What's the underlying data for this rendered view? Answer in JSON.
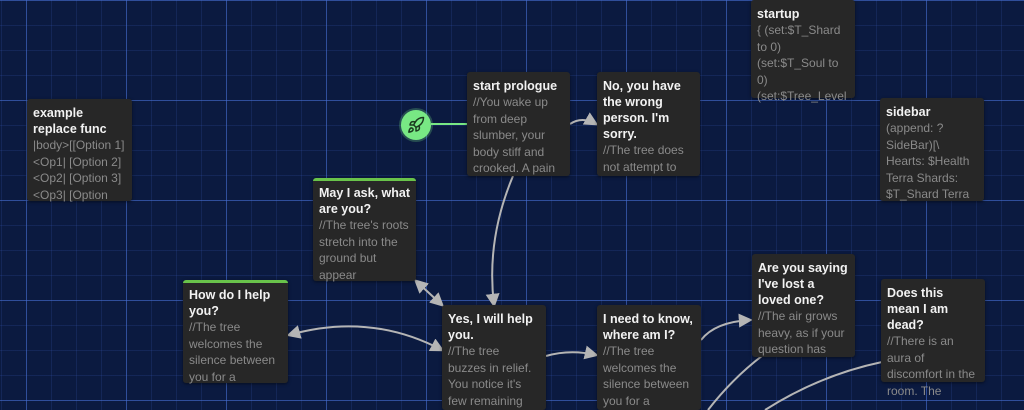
{
  "start_icon": "rocket-icon",
  "colors": {
    "grid_background": "#0b1a40",
    "passage_card": "#272727",
    "tag_highlight": "#69c34a",
    "start_badge": "#78e884",
    "link_arrow": "#b5b5b5"
  },
  "passages": [
    {
      "id": "example-replace-func",
      "title": "example replace func",
      "excerpt": "|body>[[Option 1]<Op1| [Option 2]<Op2| [Option 3]<Op3| [Option"
    },
    {
      "id": "start-prologue",
      "title": "start prologue",
      "excerpt": "//You wake up from deep slumber, your body stiff and crooked. A pain"
    },
    {
      "id": "wrong-person",
      "title": "No, you have the wrong person. I'm sorry.",
      "excerpt": "//The tree does not attempt to"
    },
    {
      "id": "startup",
      "title": "startup",
      "excerpt": "{ (set:$T_Shard to 0) (set:$T_Soul to 0) (set:$Tree_Level"
    },
    {
      "id": "sidebar",
      "title": "sidebar",
      "excerpt": "(append: ?SideBar)[\\ Hearts: $Health Terra Shards: $T_Shard Terra"
    },
    {
      "id": "may-i-ask",
      "title": "May I ask, what are you?",
      "excerpt": "//The tree's roots stretch into the ground but appear"
    },
    {
      "id": "how-do-i-help",
      "title": "How do I help you?",
      "excerpt": "//The tree welcomes the silence between you for a"
    },
    {
      "id": "yes-i-will-help",
      "title": "Yes, I will help you.",
      "excerpt": "//The tree buzzes in relief. You notice it's few remaining"
    },
    {
      "id": "need-to-know",
      "title": "I need to know, where am I?",
      "excerpt": "//The tree welcomes the silence between you for a"
    },
    {
      "id": "lost-loved-one",
      "title": "Are you saying I've lost a loved one?",
      "excerpt": "//The air grows heavy, as if your question has"
    },
    {
      "id": "am-i-dead",
      "title": "Does this mean I am dead?",
      "excerpt": "//There is an aura of discomfort in the room. The"
    }
  ]
}
